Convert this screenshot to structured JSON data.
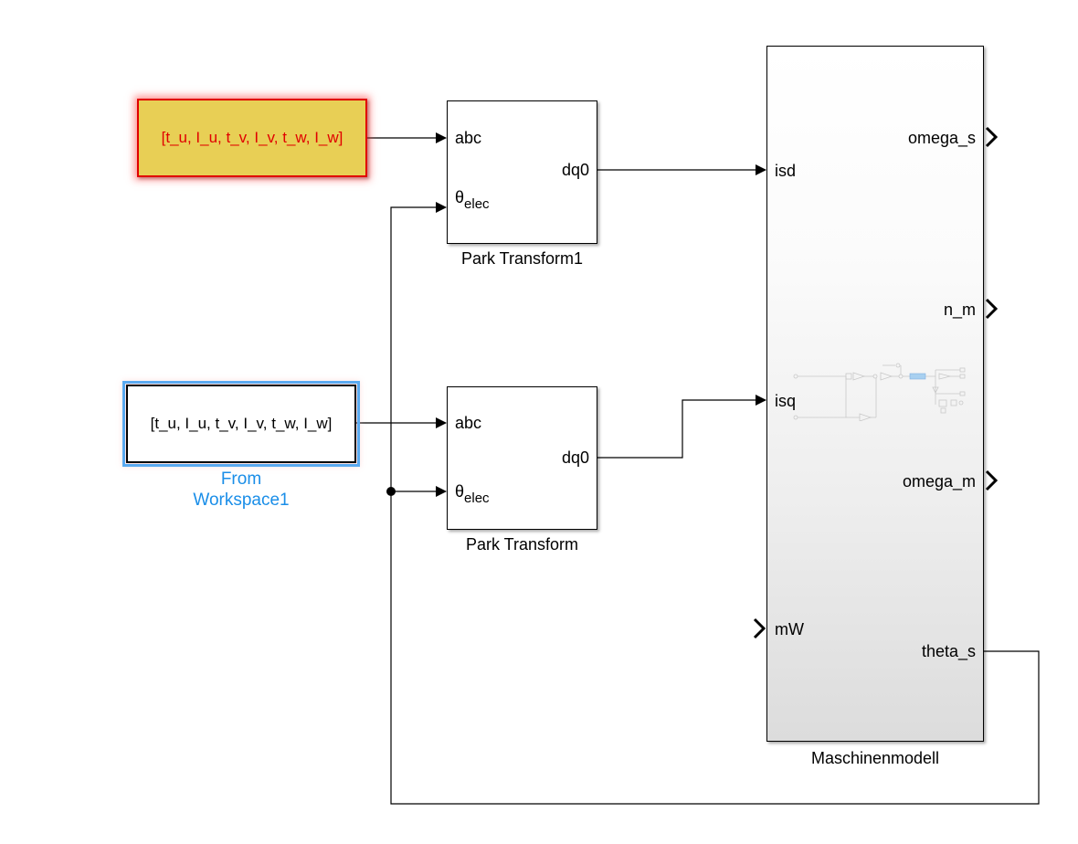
{
  "diagram": {
    "type": "simulink-model",
    "colors": {
      "highlight_fill": "#e8cf55",
      "highlight_border": "#e00000",
      "selection_outline": "#5aaaf0",
      "selected_name": "#1a8ee8",
      "wire": "#000000"
    },
    "blocks": {
      "from_highlighted": {
        "text": "[t_u, I_u, t_v, I_v, t_w, I_w]",
        "state": "highlighted-error"
      },
      "from_workspace1": {
        "text": "[t_u, I_u, t_v, I_v, t_w, I_w]",
        "name_line1": "From",
        "name_line2": "Workspace1",
        "state": "selected"
      },
      "park_transform1": {
        "name": "Park Transform1",
        "in_abc": "abc",
        "in_theta": "θ",
        "in_theta_sub": "elec",
        "out": "dq0"
      },
      "park_transform": {
        "name": "Park Transform",
        "in_abc": "abc",
        "in_theta": "θ",
        "in_theta_sub": "elec",
        "out": "dq0"
      },
      "maschinenmodell": {
        "name": "Maschinenmodell",
        "inputs": [
          "isd",
          "isq",
          "mW"
        ],
        "outputs": [
          "omega_s",
          "n_m",
          "omega_m",
          "theta_s"
        ]
      }
    },
    "connections": [
      {
        "from": "from_highlighted",
        "to": "park_transform1.abc"
      },
      {
        "from": "from_workspace1",
        "to": "park_transform.abc"
      },
      {
        "from": "park_transform1.dq0",
        "to": "maschinenmodell.isd"
      },
      {
        "from": "park_transform.dq0",
        "to": "maschinenmodell.isq"
      },
      {
        "from": "maschinenmodell.theta_s",
        "to": "park_transform.theta_elec"
      },
      {
        "from": "maschinenmodell.theta_s",
        "to": "park_transform1.theta_elec"
      }
    ]
  }
}
